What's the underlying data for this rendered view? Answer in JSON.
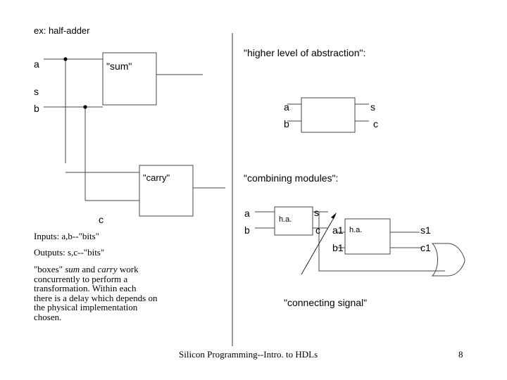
{
  "slide": {
    "title": "ex: half-adder",
    "footer": "Silicon Programming--Intro. to HDLs",
    "page_number": "8"
  },
  "left": {
    "input_a": "a",
    "input_s": "s",
    "input_b": "b",
    "output_c": "c",
    "sum_box": "\"sum\"",
    "carry_box": "\"carry\"",
    "inputs_line": "Inputs:  a,b--\"bits\"",
    "outputs_line": "Outputs: s,c--\"bits\"",
    "para": {
      "p1": "\"boxes\" ",
      "sum": "sum",
      "p2": " and ",
      "carry": "carry",
      "p3": " work",
      "lines": [
        "concurrently to perform a",
        "transformation.  Within each",
        "there is a delay which depends on",
        "the physical implementation",
        "chosen."
      ]
    }
  },
  "right": {
    "heading1": "\"higher level of abstraction\":",
    "block": {
      "a": "a",
      "b": "b",
      "s": "s",
      "c": "c"
    },
    "heading2": "\"combining modules\":",
    "combo": {
      "a": "a",
      "b": "b",
      "s": "s",
      "c": "c",
      "ha1": "h.a.",
      "ha2": "h.a.",
      "a1": "a1",
      "b1": "b1",
      "s1": "s1",
      "c1": "c1"
    },
    "connecting": "\"connecting signal\""
  }
}
